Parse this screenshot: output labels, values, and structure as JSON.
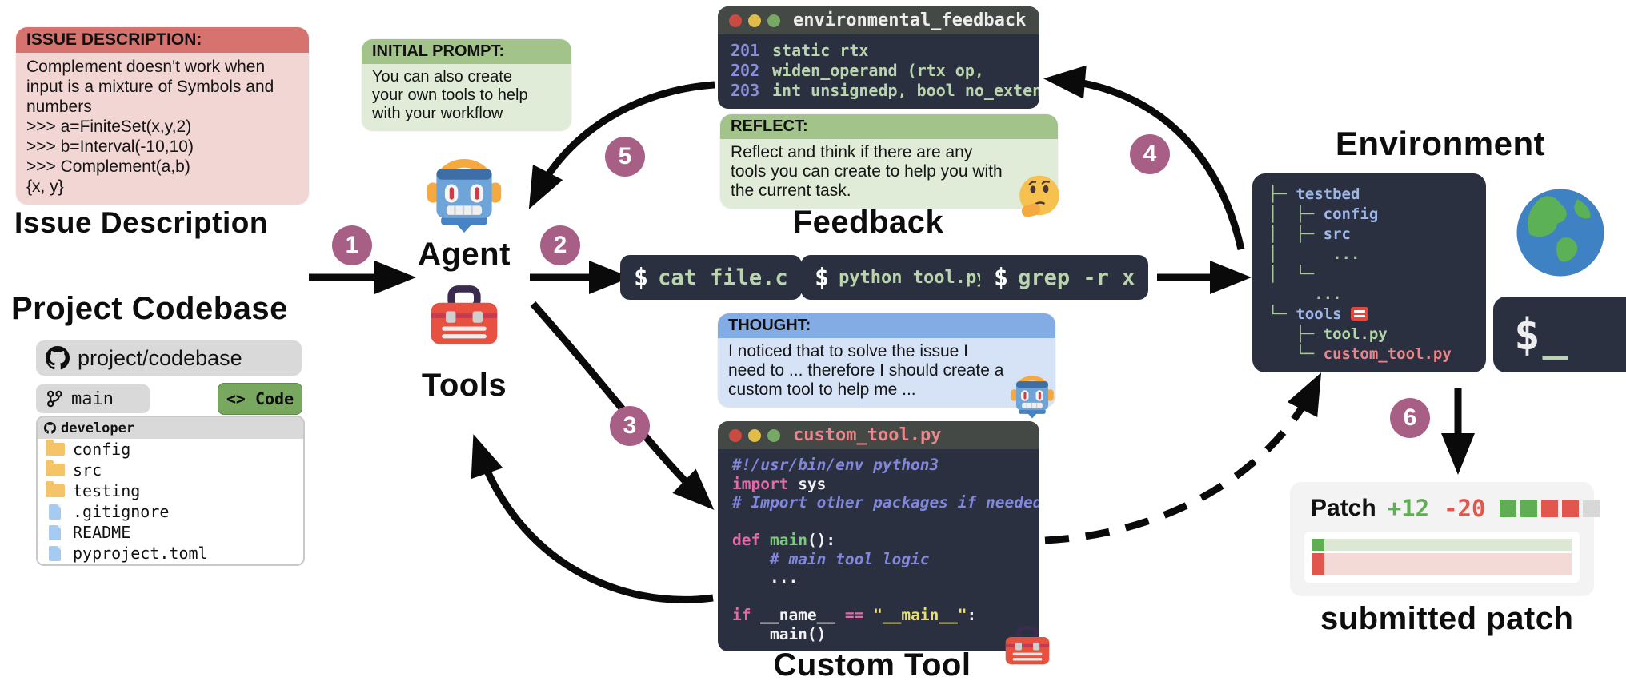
{
  "issue": {
    "header": "ISSUE DESCRIPTION:",
    "body_lines": [
      "Complement doesn't work when",
      "input is a mixture of Symbols and",
      "numbers",
      ">>> a=FiniteSet(x,y,2)",
      ">>> b=Interval(-10,10)",
      ">>> Complement(a,b)",
      "{x, y}"
    ],
    "label": "Issue Description"
  },
  "codebase": {
    "title": "Project Codebase",
    "repo": "project/codebase",
    "branch": "main",
    "code_button": "<> Code",
    "owner": "developer",
    "entries": [
      {
        "name": "config",
        "type": "folder"
      },
      {
        "name": "src",
        "type": "folder"
      },
      {
        "name": "testing",
        "type": "folder"
      },
      {
        "name": ".gitignore",
        "type": "file"
      },
      {
        "name": "README",
        "type": "file"
      },
      {
        "name": "pyproject.toml",
        "type": "file"
      }
    ]
  },
  "initial_prompt": {
    "header": "INITIAL PROMPT:",
    "body_lines": [
      "You can also create",
      "your own tools to help",
      "with your workflow"
    ]
  },
  "agent_label": "Agent",
  "tools_label": "Tools",
  "steps": [
    "1",
    "2",
    "3",
    "4",
    "5",
    "6"
  ],
  "feedback_window": {
    "title": "environmental_feedback",
    "lines": [
      {
        "num": "201",
        "code": "static rtx"
      },
      {
        "num": "202",
        "code": "widen_operand (rtx op,"
      },
      {
        "num": "203",
        "code": "int unsignedp, bool no_exten)"
      }
    ]
  },
  "reflect": {
    "header": "REFLECT:",
    "body_lines": [
      "Reflect and think if there are any",
      "tools you can create to help you with",
      "the current task."
    ]
  },
  "feedback_label": "Feedback",
  "terminals": [
    {
      "prompt": "$",
      "command": "cat file.c"
    },
    {
      "prompt": "$",
      "command": "python tool.py"
    },
    {
      "prompt": "$",
      "command": "grep -r x"
    }
  ],
  "thought": {
    "header": "THOUGHT:",
    "body_lines": [
      "I noticed that to solve the issue I",
      "need to ... therefore I should create a",
      "custom tool to help me ..."
    ]
  },
  "custom_tool_window": {
    "title": "custom_tool.py",
    "code": [
      [
        [
          "com",
          "#!/usr/bin/env python3"
        ]
      ],
      [
        [
          "kw",
          "import"
        ],
        [
          "pl",
          " sys"
        ]
      ],
      [
        [
          "com",
          "# Import other packages if needed"
        ]
      ],
      [
        [
          "pl",
          ""
        ]
      ],
      [
        [
          "kw",
          "def"
        ],
        [
          "pl",
          " "
        ],
        [
          "fn",
          "main"
        ],
        [
          "pl",
          "():"
        ]
      ],
      [
        [
          "com",
          "    # main tool logic"
        ]
      ],
      [
        [
          "pl",
          "    ..."
        ]
      ],
      [
        [
          "pl",
          ""
        ]
      ],
      [
        [
          "kw",
          "if"
        ],
        [
          "pl",
          " __name__ "
        ],
        [
          "kw",
          "=="
        ],
        [
          "pl",
          " "
        ],
        [
          "str",
          "\"__main__\""
        ],
        [
          "pl",
          ":"
        ]
      ],
      [
        [
          "pl",
          "    main()"
        ]
      ]
    ]
  },
  "custom_tool_label": "Custom Tool",
  "environment": {
    "title": "Environment",
    "tree": [
      [
        [
          "ln",
          "├─ "
        ],
        [
          "dir",
          "testbed"
        ]
      ],
      [
        [
          "ln",
          "│  ├─ "
        ],
        [
          "dir",
          "config"
        ]
      ],
      [
        [
          "ln",
          "│  ├─ "
        ],
        [
          "dir",
          "src"
        ]
      ],
      [
        [
          "ln",
          "│      ..."
        ]
      ],
      [
        [
          "ln",
          "│  └─"
        ]
      ],
      [
        [
          "ln",
          "     ..."
        ]
      ],
      [
        [
          "ln",
          "└─ "
        ],
        [
          "dir",
          "tools "
        ],
        [
          "bot",
          ""
        ]
      ],
      [
        [
          "ln",
          "   ├─ "
        ],
        [
          "file",
          "tool.py"
        ]
      ],
      [
        [
          "ln",
          "   └─ "
        ],
        [
          "new",
          "custom_tool.py"
        ]
      ]
    ],
    "terminal_prompt": "$",
    "terminal_cursor": "_"
  },
  "patch": {
    "label": "Patch",
    "additions": "+12",
    "deletions": "-20",
    "squares": [
      "#5FAE54",
      "#5FAE54",
      "#E2574D",
      "#E2574D",
      "#D8D8D8"
    ],
    "submitted_label": "submitted patch"
  },
  "colors": {
    "step_circle": "#A85F86",
    "window_bg": "#2A3040",
    "code_green": "#BAD4AC",
    "add_green": "#5FAE54",
    "del_red": "#E2574D"
  }
}
